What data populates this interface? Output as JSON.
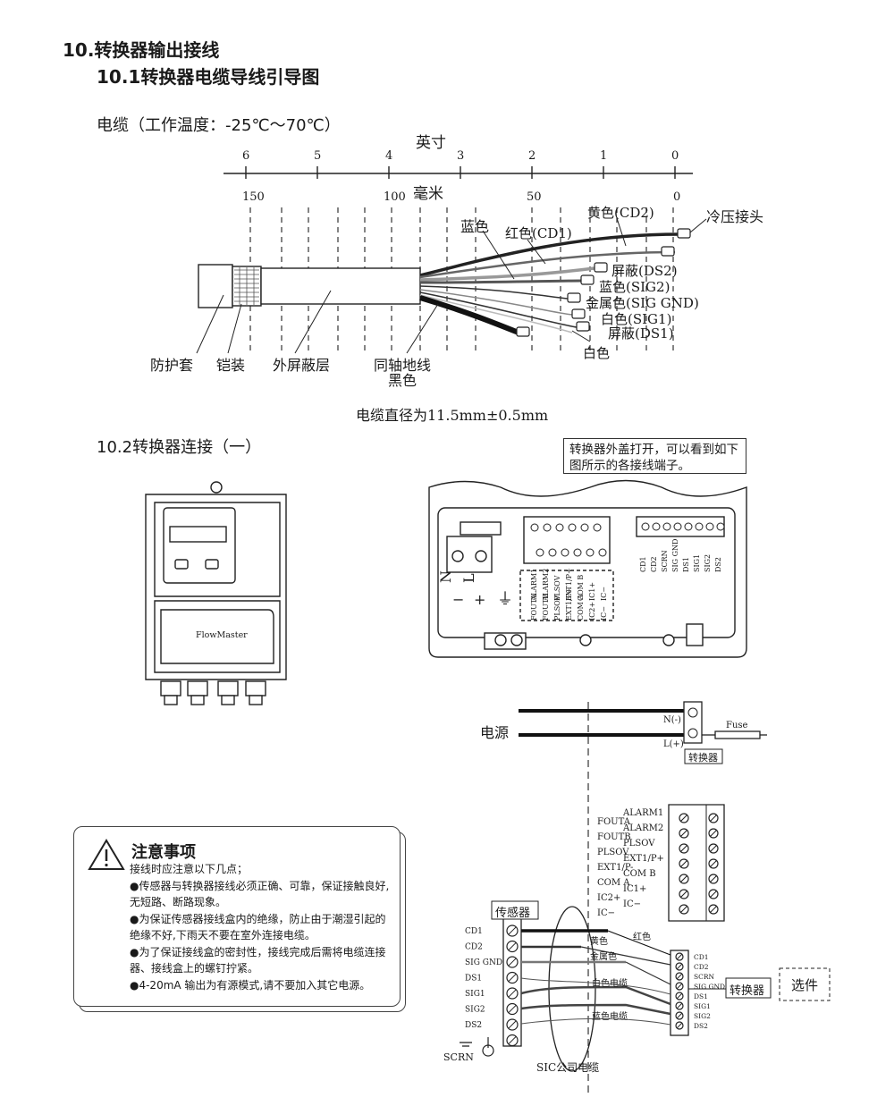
{
  "heading_main": "10.转换器输出接线",
  "heading_sub": "10.1转换器电缆导线引导图",
  "cable_temp_label": "电缆（工作温度：-25℃～70℃）",
  "ruler": {
    "inch_label": "英寸",
    "inch_ticks": [
      "6",
      "5",
      "4",
      "3",
      "2",
      "1",
      "0"
    ],
    "mm_label": "毫米",
    "mm_ticks": [
      "150",
      "100",
      "50",
      "0"
    ]
  },
  "cable_labels": {
    "blue": "蓝色",
    "red_cd1": "红色(CD1)",
    "yellow_cd2": "黄色(CD2)",
    "crimp": "冷压接头",
    "shield_ds2": "屏蔽(DS2)",
    "blue_sig2": "蓝色(SIG2)",
    "metal_siggnd": "金属色(SIG GND)",
    "white_sig1": "白色(SIG1)",
    "shield_ds1": "屏蔽(DS1)",
    "white": "白色",
    "jacket": "防护套",
    "armor": "铠装",
    "outer_shield": "外屏蔽层",
    "coax_ground": "同轴地线",
    "black": "黑色"
  },
  "cable_diameter": "电缆直径为11.5mm±0.5mm",
  "section_2_heading": "10.2转换器连接（一）",
  "device_brand": "FlowMaster",
  "callout_text": "转换器外盖打开，可以看到如下图所示的各接线端子。",
  "terminal_board": {
    "power_labels": [
      "N",
      "L",
      "−",
      "+"
    ],
    "ground_symbol": "⏚",
    "left_block": [
      "FOUTA",
      "FOUTB",
      "PLSOV",
      "EXT1/P+",
      "COM A",
      "IC2+",
      "IC−"
    ],
    "left_block_b": [
      "ALARM1",
      "ALARM2",
      "PLSOV",
      "EXT1/P+",
      "COM B",
      "IC1+",
      "IC−"
    ],
    "right_block": [
      "CD1",
      "CD2",
      "SCRN",
      "SIG GND",
      "DS1",
      "SIG1",
      "SIG2",
      "DS2"
    ]
  },
  "power_wiring": {
    "label": "电源",
    "n_label": "N(-)",
    "l_label": "L(+)",
    "fuse_label": "Fuse",
    "converter_label": "转换器"
  },
  "output_terminals": {
    "left": [
      "FOUTA",
      "FOUTB",
      "PLSOV",
      "EXT1/P-",
      "COM A",
      "IC2+",
      "IC−"
    ],
    "right": [
      "ALARM1",
      "ALARM2",
      "PLSOV",
      "EXT1/P+",
      "COM B",
      "IC1+",
      "IC−"
    ]
  },
  "notice": {
    "title": "注意事项",
    "lines": [
      "接线时应注意以下几点；",
      "●传感器与转换器接线必须正确、可靠，保证接触良好,无短路、断路现象。",
      "●为保证传感器接线盒内的绝缘，防止由于潮湿引起的绝缘不好,下雨天不要在室外连接电缆。",
      "●为了保证接线盒的密封性，接线完成后需将电缆连接器、接线盒上的螺钉拧紧。",
      "●4-20mA 输出为有源模式,请不要加入其它电源。"
    ]
  },
  "sensor_wiring": {
    "sensor_label": "传感器",
    "sensor_terminals": [
      "CD1",
      "CD2",
      "SIG GND",
      "DS1",
      "SIG1",
      "SIG2",
      "DS2"
    ],
    "converter_terminals": [
      "CD1",
      "CD2",
      "SCRN",
      "SIG GND",
      "DS1",
      "SIG1",
      "SIG2",
      "DS2"
    ],
    "converter_label": "转换器",
    "option_label": "选件",
    "wire_labels": [
      "红色",
      "黄色",
      "金属色",
      "白色电缆",
      "蓝色电缆"
    ],
    "scrn_label": "SCRN",
    "cable_label": "SIC公司电缆"
  }
}
